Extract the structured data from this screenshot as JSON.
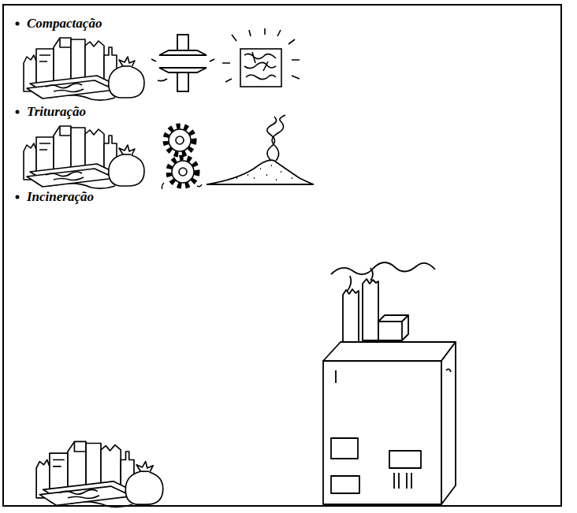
{
  "diagram": {
    "labels": [
      "Compactação",
      "Trituração",
      "Incineração"
    ]
  }
}
